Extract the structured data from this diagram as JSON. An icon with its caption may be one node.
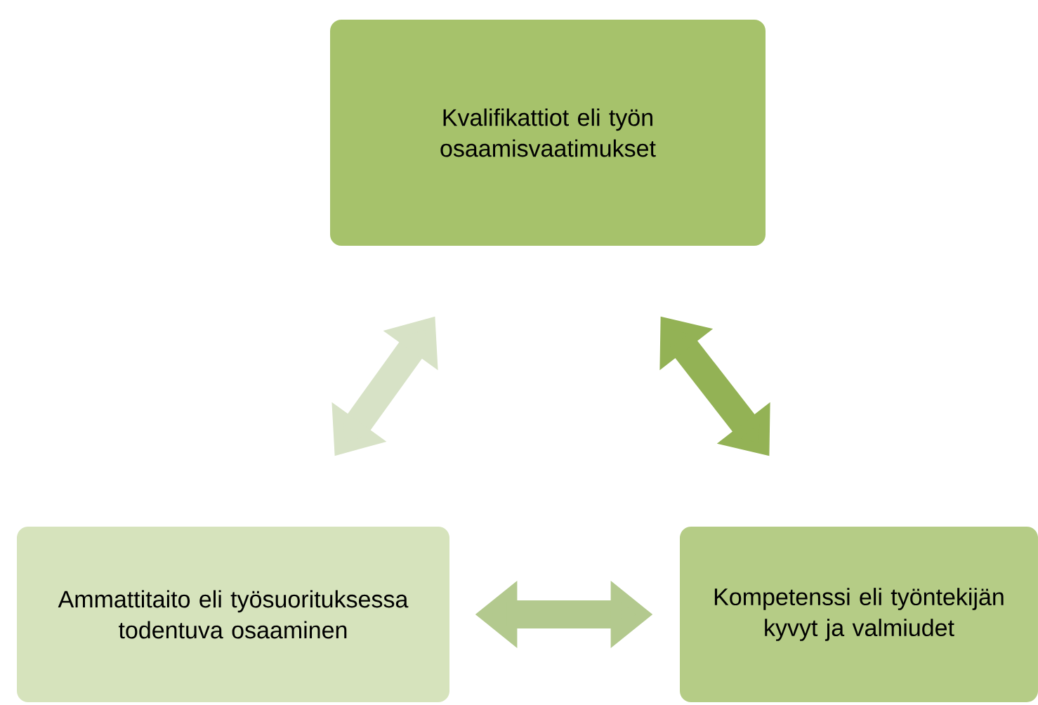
{
  "diagram": {
    "nodes": [
      {
        "text": [
          "Kvalifikattiot eli työn osaamisvaatimukset"
        ]
      },
      {
        "text": [
          "Ammattitaito eli työsuorituksessa todentuva osaaminen"
        ]
      },
      {
        "text": [
          "Kompetenssi eli työntekijän kyvyt ja valmiudet"
        ]
      }
    ],
    "edges": [
      {
        "from": 0,
        "to": 1,
        "arrow": "both",
        "color": "#d7e2c6"
      },
      {
        "from": 0,
        "to": 2,
        "arrow": "both",
        "color": "#93b255"
      },
      {
        "from": 1,
        "to": 2,
        "arrow": "both",
        "color": "#b3c98e"
      }
    ]
  }
}
